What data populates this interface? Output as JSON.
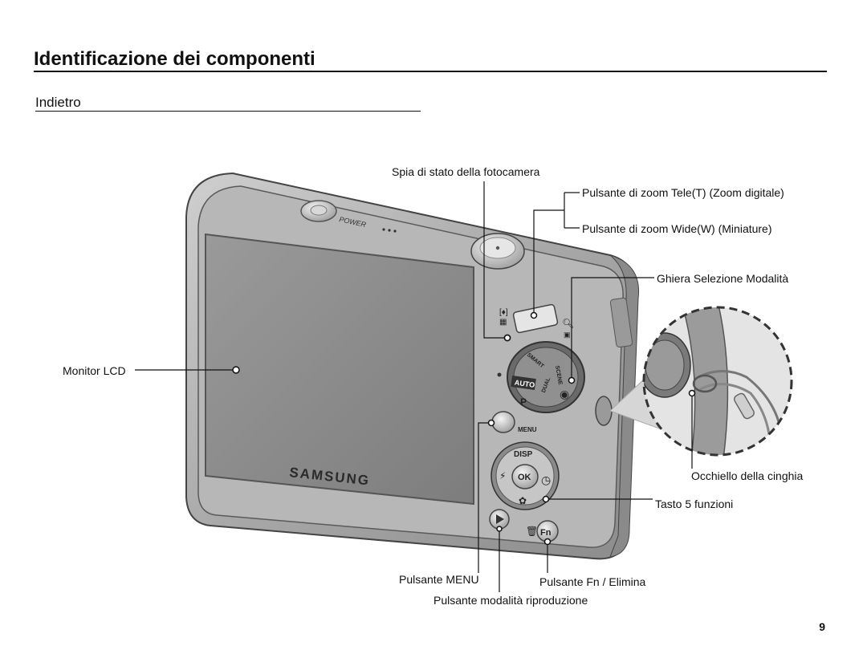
{
  "page": {
    "title": "Identificazione dei componenti",
    "subtitle": "Indietro",
    "page_number": "9"
  },
  "camera": {
    "brand": "SAMSUNG",
    "power_label": "POWER",
    "menu_label": "MENU",
    "disp_label": "DISP",
    "ok_label": "OK",
    "fn_label": "Fn",
    "auto_label": "AUTO",
    "dial_labels": [
      "SMART",
      "SCENE",
      "DUAL"
    ]
  },
  "callouts": {
    "status_lamp": "Spia di stato della fotocamera",
    "zoom_tele": "Pulsante di zoom Tele(T) (Zoom digitale)",
    "zoom_wide": "Pulsante di zoom Wide(W) (Miniature)",
    "mode_dial": "Ghiera Selezione Modalità",
    "lcd_monitor": "Monitor LCD",
    "strap_eyelet": "Occhiello della cinghia",
    "five_function": "Tasto 5 funzioni",
    "menu_button": "Pulsante MENU",
    "fn_delete": "Pulsante Fn / Elimina",
    "playback": "Pulsante modalità riproduzione"
  }
}
